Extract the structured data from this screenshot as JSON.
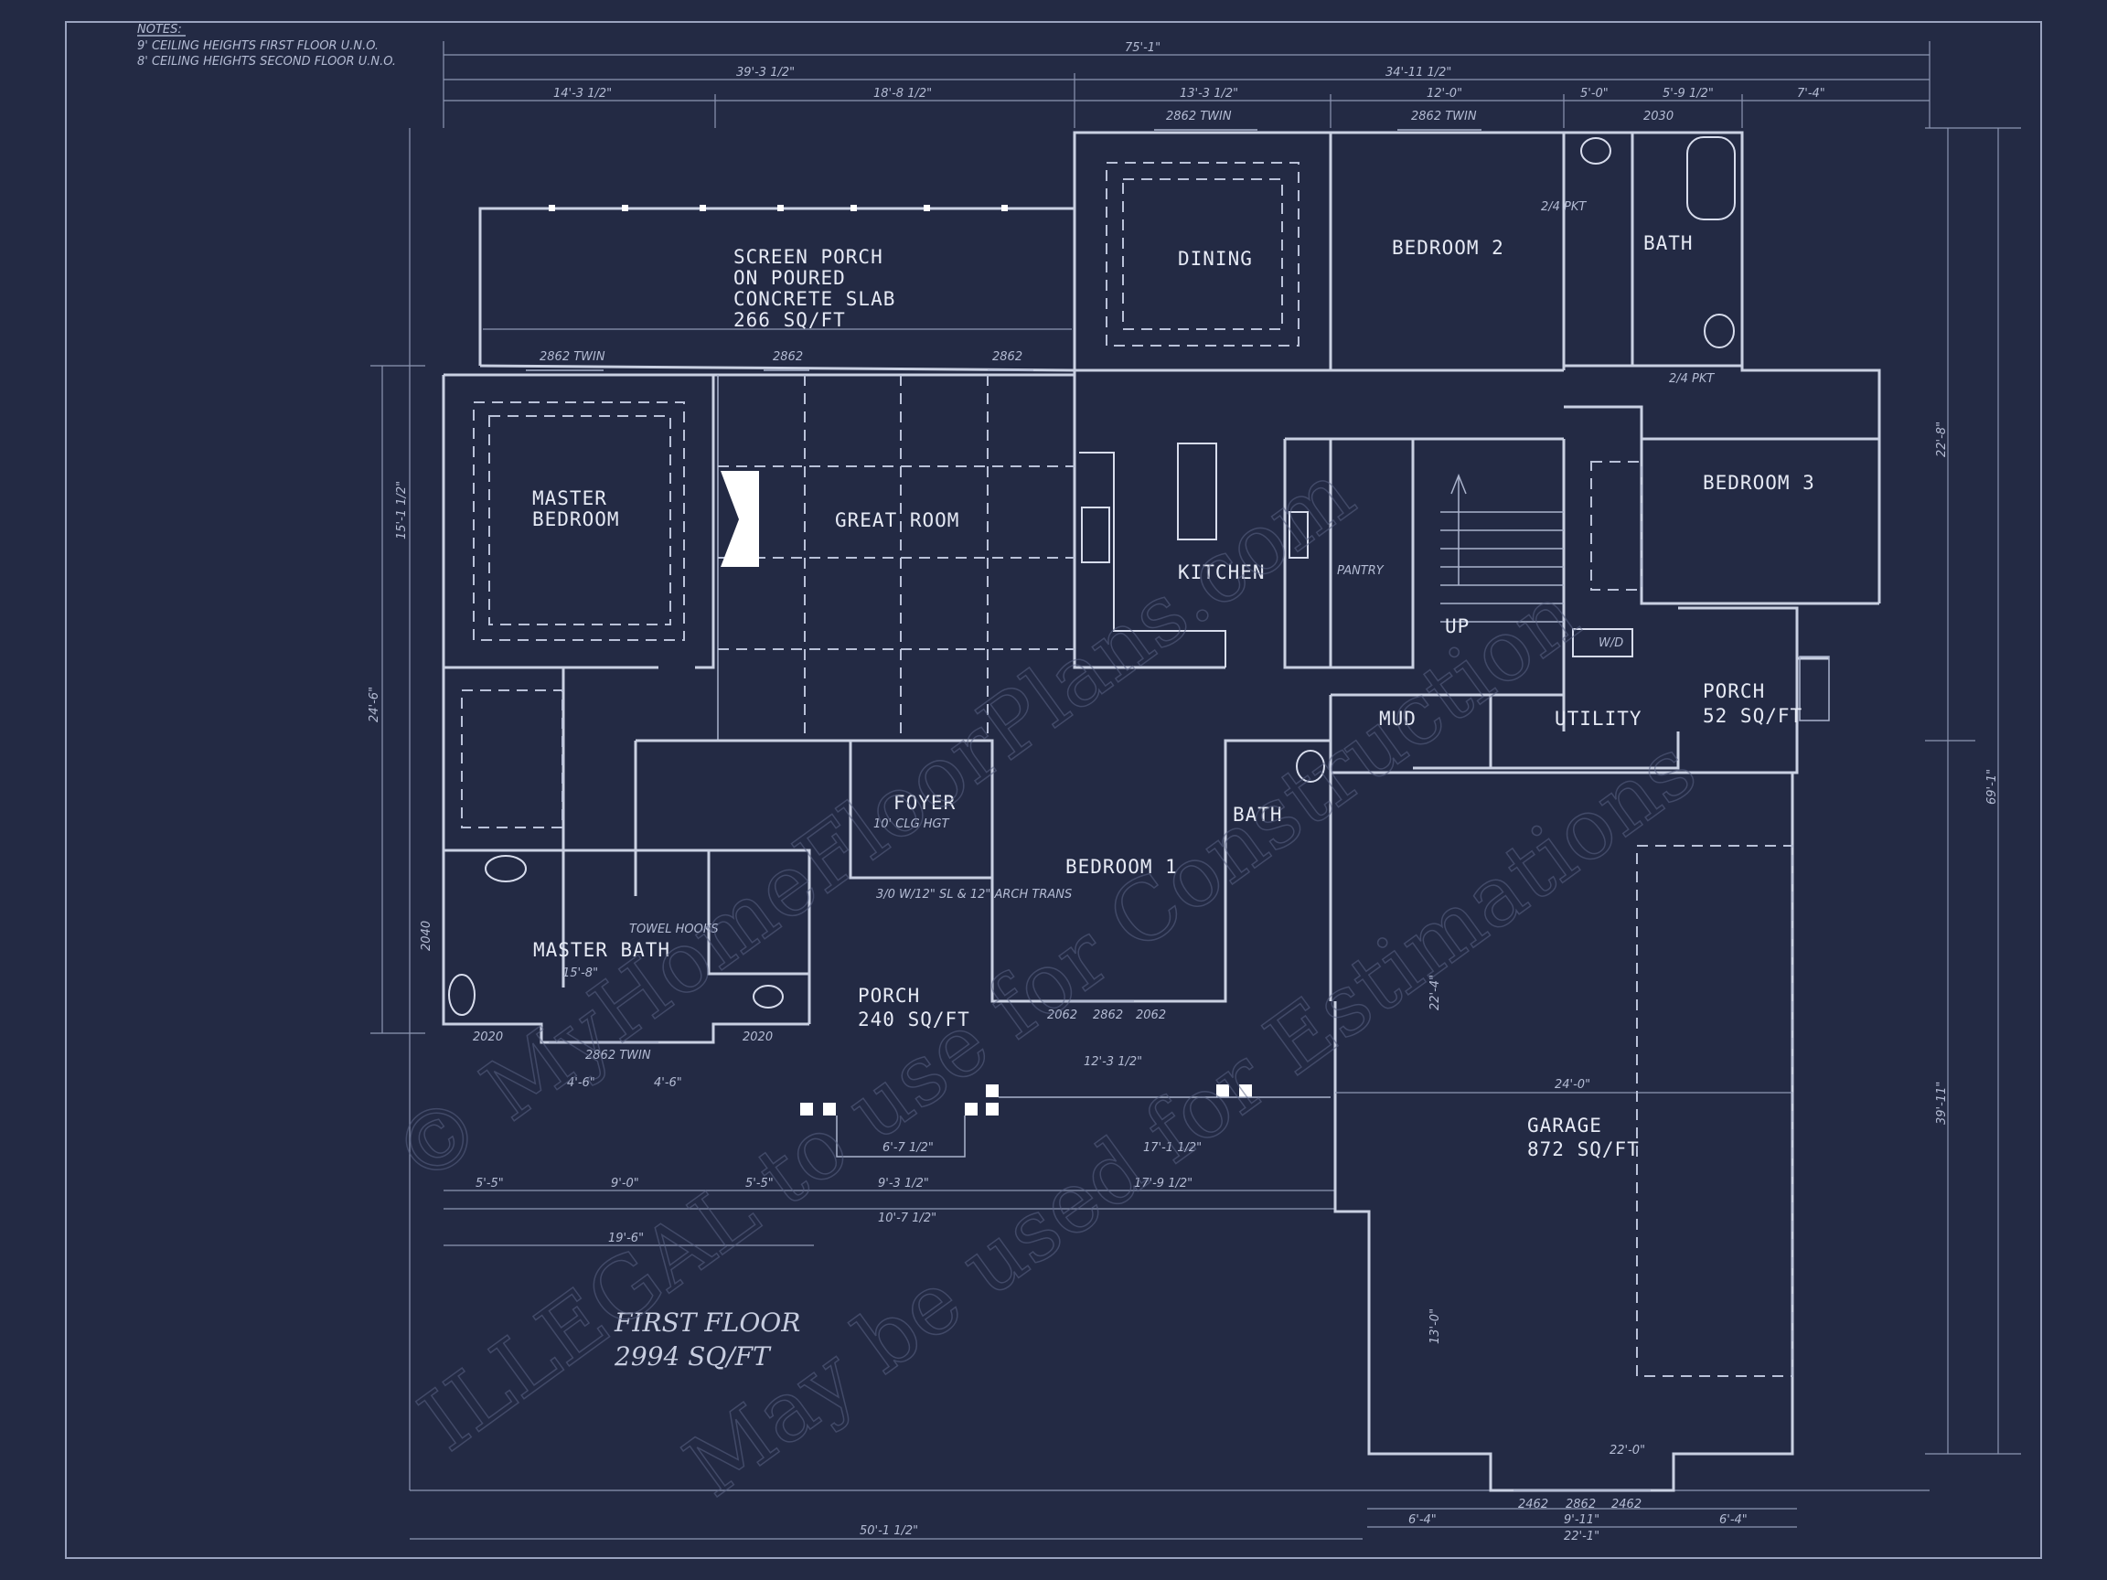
{
  "notes": {
    "heading": "NOTES:",
    "lines": [
      "9' CEILING HEIGHTS FIRST FLOOR U.N.O.",
      "8' CEILING HEIGHTS SECOND FLOOR U.N.O."
    ]
  },
  "floor": {
    "title": "FIRST FLOOR",
    "area": "2994 SQ/FT"
  },
  "rooms": {
    "screen_porch": [
      "SCREEN PORCH",
      "ON POURED",
      "CONCRETE SLAB",
      "266 SQ/FT"
    ],
    "dining": "DINING",
    "bedroom2": "BEDROOM 2",
    "bath_upper": "BATH",
    "master_bedroom": [
      "MASTER",
      "BEDROOM"
    ],
    "great_room": "GREAT ROOM",
    "kitchen": "KITCHEN",
    "bedroom3": "BEDROOM 3",
    "pantry": "PANTRY",
    "up": "UP",
    "mud": "MUD",
    "utility": "UTILITY",
    "side_porch": [
      "PORCH",
      "52 SQ/FT"
    ],
    "foyer": "FOYER",
    "bedroom1": "BEDROOM 1",
    "bath_lower": "BATH",
    "master_bath": "MASTER BATH",
    "front_porch": [
      "PORCH",
      "240 SQ/FT"
    ],
    "garage": [
      "GARAGE",
      "872 SQ/FT"
    ]
  },
  "dimensions": {
    "overall_top": "75'-1\"",
    "top_left": "39'-3 1/2\"",
    "top_right": "34'-11 1/2\"",
    "t1": "14'-3 1/2\"",
    "t2": "18'-8 1/2\"",
    "t3": "13'-3 1/2\"",
    "t4": "12'-0\"",
    "t5": "5'-0\"",
    "t6": "5'-9 1/2\"",
    "t7": "7'-4\"",
    "bottom_overall": "50'-1 1/2\"",
    "garage_w1": "24'-0\"",
    "garage_w2": "22'-0\"",
    "garage_w3": "22'-1\"",
    "g_left": "6'-4\"",
    "g_right": "6'-4\"",
    "g_mid": "9'-11\"",
    "right_overall": "69'-1\"",
    "right_upper": "22'-8\"",
    "right_lower": "39'-11\"",
    "porch_w": "6'-7 1/2\"",
    "porch_b1": "9'-3 1/2\"",
    "porch_b2": "10'-7 1/2\"",
    "b_17_9": "17'-9 1/2\"",
    "b_17_1": "17'-1 1/2\"",
    "b_12_3": "12'-3 1/2\"",
    "b_5_5": "5'-5\"",
    "b_9_0": "9'-0\"",
    "b_5_5b": "5'-5\"",
    "b_19_6": "19'-6\"",
    "mb_15_8": "15'-8\"",
    "mb_4_6a": "4'-6\"",
    "mb_4_6b": "4'-6\"",
    "left_24_6": "24'-6\"",
    "left_15_1": "15'-1 1/2\"",
    "g_22_4": "22'-4\"",
    "g_13_0": "13'-0\"",
    "win_2862_twin": "2862 TWIN",
    "win_2862": "2862",
    "win_2030": "2030",
    "win_2020": "2020",
    "win_2062": "2062",
    "win_2462": "2462",
    "win_2040": "2040",
    "door_24pkt": "2/4 PKT",
    "foyer_clg": "10' CLG HGT",
    "arch": "3/0 W/12\" SL & 12\" ARCH TRANS",
    "wd": "W/D",
    "towel": "TOWEL HOOKS"
  },
  "watermark": [
    "© MyHomeFloorPlans.com",
    "ILLEGAL to use for Construction",
    "May be used for Estimations"
  ]
}
